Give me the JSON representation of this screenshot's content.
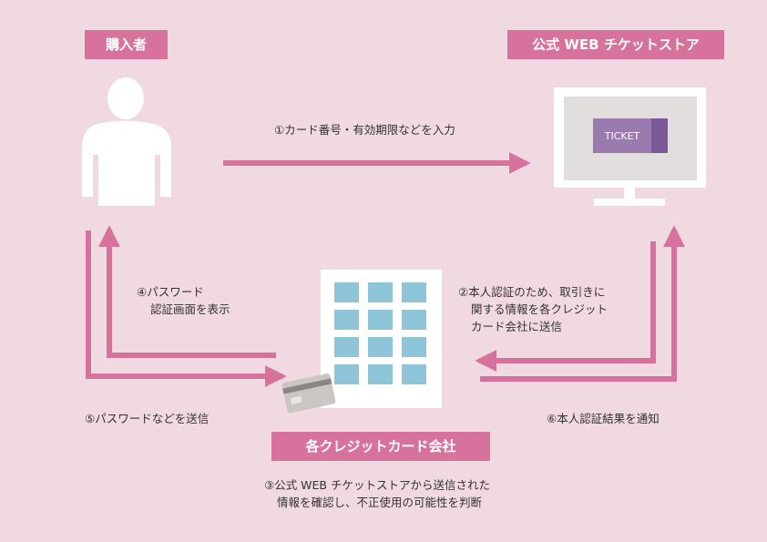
{
  "labels": {
    "buyer": "購入者",
    "store": "公式 WEB チケットストア",
    "card_company": "各クレジットカード会社"
  },
  "monitor": {
    "ticket_text": "TICKET"
  },
  "steps": {
    "step1": "①カード番号・有効期限などを入力",
    "step2_line1": "②本人認証のため、取引きに",
    "step2_line2": "関する情報を各クレジット",
    "step2_line3": "カード会社に送信",
    "step3_line1": "③公式 WEB チケットストアから送信された",
    "step3_line2": "情報を確認し、不正使用の可能性を判断",
    "step4_line1": "④パスワード",
    "step4_line2": "認証画面を表示",
    "step5": "⑤パスワードなどを送信",
    "step6": "⑥本人認証結果を通知"
  },
  "colors": {
    "background": "#f1d9e2",
    "accent": "#d6729b",
    "window": "#8fc5d8",
    "ticket": "#9b7ab0"
  },
  "icons": {
    "buyer": "person-icon",
    "store": "monitor-icon",
    "company": "building-icon",
    "card": "credit-card-icon"
  }
}
